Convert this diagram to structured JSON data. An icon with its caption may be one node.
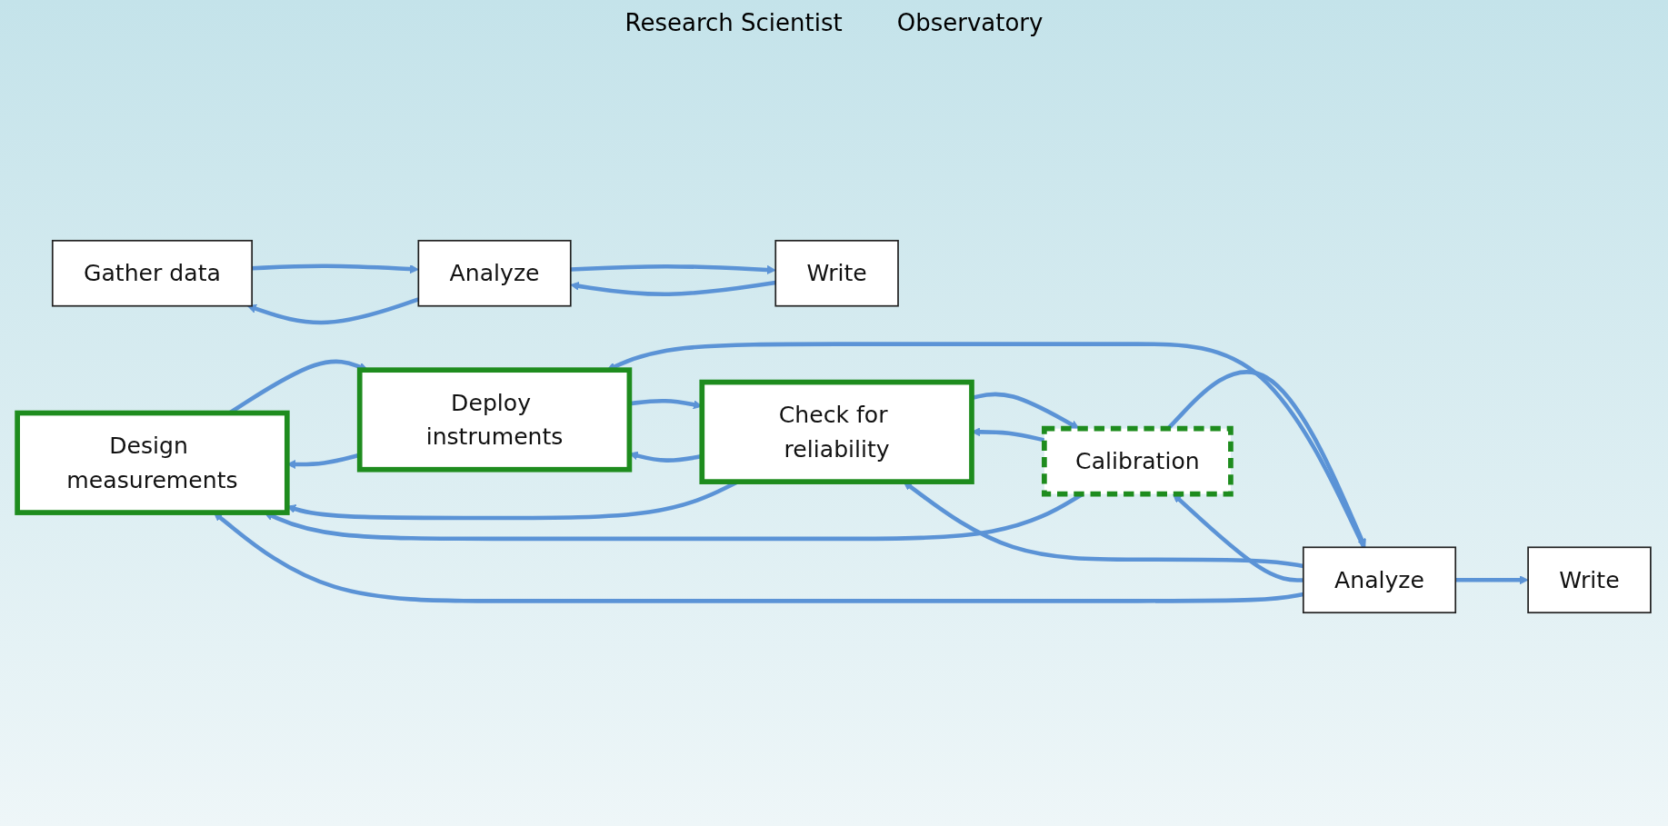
{
  "diagram": {
    "nodes": [
      {
        "text": [
          "Gather data"
        ]
      },
      {
        "text": [
          "Analyze"
        ]
      },
      {
        "text": [
          "Write"
        ]
      },
      {
        "text": [
          "Write"
        ]
      },
      {
        "text": [
          "Design measurements"
        ]
      },
      {
        "text": [
          "Deploy instruments"
        ]
      },
      {
        "text": [
          "Check for reliability"
        ]
      },
      {
        "text": [
          "Calibration"
        ]
      },
      {
        "text": [
          "Analyze"
        ]
      }
    ],
    "edges": [
      {
        "from": 0,
        "to": 1,
        "arrow": "to"
      },
      {
        "from": 1,
        "to": 2,
        "arrow": "to"
      },
      {
        "from": 1,
        "to": 0,
        "arrow": "to"
      },
      {
        "from": 2,
        "to": 1,
        "arrow": "to"
      },
      {
        "from": 4,
        "to": 5,
        "arrow": "to"
      },
      {
        "from": 5,
        "to": 6,
        "arrow": "to"
      },
      {
        "from": 6,
        "to": 7,
        "arrow": "to"
      },
      {
        "from": 7,
        "to": 8,
        "arrow": "to"
      },
      {
        "from": 8,
        "to": 3,
        "arrow": "to"
      },
      {
        "from": 5,
        "to": 4,
        "arrow": "to"
      },
      {
        "from": 6,
        "to": 5,
        "arrow": "to"
      },
      {
        "from": 8,
        "to": 5,
        "arrow": "to"
      },
      {
        "from": 8,
        "to": 6,
        "arrow": "to"
      },
      {
        "from": 7,
        "to": 6,
        "arrow": "to"
      },
      {
        "from": 8,
        "to": 7,
        "arrow": "to"
      },
      {
        "from": 6,
        "to": 4,
        "arrow": "to"
      },
      {
        "from": 7,
        "to": 4,
        "arrow": "to"
      },
      {
        "from": 8,
        "to": 4,
        "arrow": "to"
      }
    ],
    "labels": [
      "Research Scientist",
      "Observatory"
    ]
  }
}
